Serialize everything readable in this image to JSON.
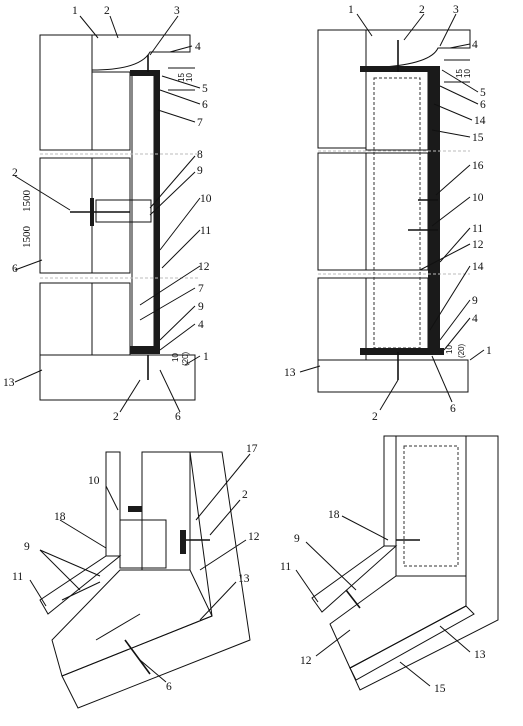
{
  "figures": [
    {
      "id": "a",
      "labels": [
        "1",
        "2",
        "3",
        "4",
        "5",
        "6",
        "7",
        "8",
        "9",
        "10",
        "11",
        "12",
        "7",
        "9",
        "4",
        "1",
        "13",
        "2",
        "6",
        "2",
        "6"
      ],
      "dims": [
        "15",
        "10",
        "10",
        "(20)"
      ],
      "vertical_dims": [
        "1500",
        "1500"
      ]
    },
    {
      "id": "b",
      "labels": [
        "1",
        "2",
        "3",
        "4",
        "5",
        "6",
        "14",
        "15",
        "16",
        "10",
        "11",
        "12",
        "14",
        "9",
        "4",
        "1",
        "13",
        "2",
        "6"
      ],
      "dims": [
        "15",
        "10",
        "10",
        "(20)"
      ]
    },
    {
      "id": "c",
      "labels": [
        "10",
        "17",
        "2",
        "12",
        "18",
        "9",
        "11",
        "13",
        "6"
      ]
    },
    {
      "id": "d",
      "labels": [
        "18",
        "9",
        "11",
        "12",
        "13",
        "15"
      ]
    }
  ],
  "colors": {
    "ink": "#111111",
    "paper": "#ffffff"
  }
}
